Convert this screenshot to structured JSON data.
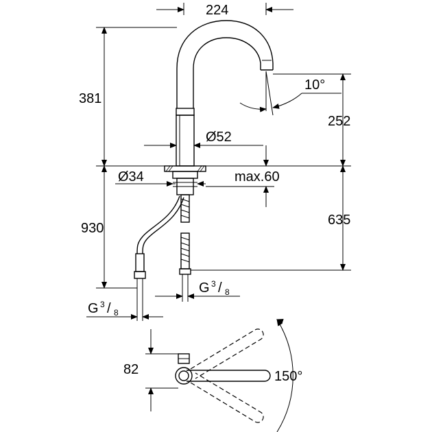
{
  "dimensions": {
    "spout_reach": "224",
    "height_above_deck": "381",
    "spout_angle": "10°",
    "outlet_height": "252",
    "body_diameter": "Ø52",
    "mount_hole": "Ø34",
    "deck_thickness": "max.60",
    "hose_length_total": "930",
    "hose_length_below_deck": "635",
    "thread_hot_cold": {
      "prefix": "G",
      "num": "3",
      "den": "8"
    },
    "thread_supply": {
      "prefix": "G",
      "num": "3",
      "den": "8"
    },
    "base_offset": "82",
    "swivel_range": "150°"
  }
}
